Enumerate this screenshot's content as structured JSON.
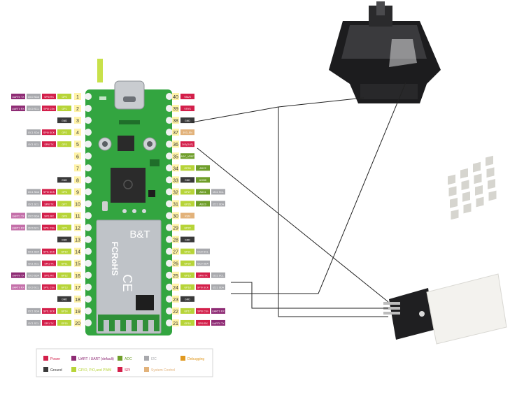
{
  "usb_tag": "",
  "chip_brand": "B&T",
  "module_mark": "FCRoHS",
  "ce_mark": "CE",
  "pins": [
    {
      "n": "1",
      "side": "L",
      "tags": [
        [
          "UART0 TX",
          "#8e2b74"
        ],
        [
          "I2C0 SDA",
          "#a8a9ad"
        ],
        [
          "SPI0 RX",
          "#d31f4a"
        ],
        [
          "GP0",
          "#b7d438"
        ]
      ]
    },
    {
      "n": "2",
      "side": "L",
      "tags": [
        [
          "UART0 RX",
          "#8e2b74"
        ],
        [
          "I2C0 SCL",
          "#a8a9ad"
        ],
        [
          "SPI0 CSn",
          "#d31f4a"
        ],
        [
          "GP1",
          "#b7d438"
        ]
      ]
    },
    {
      "n": "3",
      "side": "L",
      "tags": [
        [
          "GND",
          "#3a3a3a"
        ]
      ]
    },
    {
      "n": "4",
      "side": "L",
      "tags": [
        [
          "I2C1 SDA",
          "#a8a9ad"
        ],
        [
          "SPI0 SCK",
          "#d31f4a"
        ],
        [
          "GP2",
          "#b7d438"
        ]
      ]
    },
    {
      "n": "5",
      "side": "L",
      "tags": [
        [
          "I2C1 SCL",
          "#a8a9ad"
        ],
        [
          "SPI0 TX",
          "#d31f4a"
        ],
        [
          "GP3",
          "#b7d438"
        ]
      ]
    },
    {
      "n": "6",
      "side": "L",
      "tags": []
    },
    {
      "n": "7",
      "side": "L",
      "tags": []
    },
    {
      "n": "8",
      "side": "L",
      "tags": [
        [
          "GND",
          "#3a3a3a"
        ]
      ]
    },
    {
      "n": "9",
      "side": "L",
      "tags": [
        [
          "I2C1 SDA",
          "#a8a9ad"
        ],
        [
          "SPI0 SCK",
          "#d31f4a"
        ],
        [
          "GP6",
          "#b7d438"
        ]
      ]
    },
    {
      "n": "10",
      "side": "L",
      "tags": [
        [
          "I2C1 SCL",
          "#a8a9ad"
        ],
        [
          "SPI0 TX",
          "#d31f4a"
        ],
        [
          "GP7",
          "#b7d438"
        ]
      ]
    },
    {
      "n": "11",
      "side": "L",
      "tags": [
        [
          "UART1 TX",
          "#c46fa9"
        ],
        [
          "I2C0 SDA",
          "#a8a9ad"
        ],
        [
          "SPI1 RX",
          "#d31f4a"
        ],
        [
          "GP8",
          "#b7d438"
        ]
      ]
    },
    {
      "n": "12",
      "side": "L",
      "tags": [
        [
          "UART1 RX",
          "#c46fa9"
        ],
        [
          "I2C0 SCL",
          "#a8a9ad"
        ],
        [
          "SPI1 CSn",
          "#d31f4a"
        ],
        [
          "GP9",
          "#b7d438"
        ]
      ]
    },
    {
      "n": "13",
      "side": "L",
      "tags": [
        [
          "GND",
          "#3a3a3a"
        ]
      ]
    },
    {
      "n": "14",
      "side": "L",
      "tags": [
        [
          "I2C1 SDA",
          "#a8a9ad"
        ],
        [
          "SPI1 SCK",
          "#d31f4a"
        ],
        [
          "GP10",
          "#b7d438"
        ]
      ]
    },
    {
      "n": "15",
      "side": "L",
      "tags": [
        [
          "I2C1 SCL",
          "#a8a9ad"
        ],
        [
          "SPI1 TX",
          "#d31f4a"
        ],
        [
          "GP11",
          "#b7d438"
        ]
      ]
    },
    {
      "n": "16",
      "side": "L",
      "tags": [
        [
          "UART0 TX",
          "#8e2b74"
        ],
        [
          "I2C0 SDA",
          "#a8a9ad"
        ],
        [
          "SPI1 RX",
          "#d31f4a"
        ],
        [
          "GP12",
          "#b7d438"
        ]
      ]
    },
    {
      "n": "17",
      "side": "L",
      "tags": [
        [
          "UART0 RX",
          "#c46fa9"
        ],
        [
          "I2C0 SCL",
          "#a8a9ad"
        ],
        [
          "SPI1 CSn",
          "#d31f4a"
        ],
        [
          "GP13",
          "#b7d438"
        ]
      ]
    },
    {
      "n": "18",
      "side": "L",
      "tags": [
        [
          "GND",
          "#3a3a3a"
        ]
      ]
    },
    {
      "n": "19",
      "side": "L",
      "tags": [
        [
          "I2C1 SDA",
          "#a8a9ad"
        ],
        [
          "SPI1 SCK",
          "#d31f4a"
        ],
        [
          "GP14",
          "#b7d438"
        ]
      ]
    },
    {
      "n": "20",
      "side": "L",
      "tags": [
        [
          "I2C1 SCL",
          "#a8a9ad"
        ],
        [
          "SPI1 TX",
          "#d31f4a"
        ],
        [
          "GP15",
          "#b7d438"
        ]
      ]
    },
    {
      "n": "40",
      "side": "R",
      "tags": [
        [
          "VBUS",
          "#d31f4a"
        ]
      ]
    },
    {
      "n": "39",
      "side": "R",
      "tags": [
        [
          "VSYS",
          "#d31f4a"
        ]
      ]
    },
    {
      "n": "38",
      "side": "R",
      "tags": [
        [
          "GND",
          "#3a3a3a"
        ]
      ]
    },
    {
      "n": "37",
      "side": "R",
      "tags": [
        [
          "3V3_EN",
          "#e2b27a"
        ]
      ]
    },
    {
      "n": "36",
      "side": "R",
      "tags": [
        [
          "3V3(OUT)",
          "#d31f4a"
        ]
      ]
    },
    {
      "n": "35",
      "side": "R",
      "tags": [
        [
          "ADC_VREF",
          "#6f9e2a"
        ]
      ]
    },
    {
      "n": "34",
      "side": "R",
      "tags": [
        [
          "GP28",
          "#b7d438"
        ],
        [
          "ADC2",
          "#6f9e2a"
        ]
      ]
    },
    {
      "n": "33",
      "side": "R",
      "tags": [
        [
          "GND",
          "#3a3a3a"
        ],
        [
          "AGND",
          "#6f9e2a"
        ]
      ]
    },
    {
      "n": "32",
      "side": "R",
      "tags": [
        [
          "GP27",
          "#b7d438"
        ],
        [
          "ADC1",
          "#6f9e2a"
        ],
        [
          "I2C1 SCL",
          "#a8a9ad"
        ]
      ]
    },
    {
      "n": "31",
      "side": "R",
      "tags": [
        [
          "GP26",
          "#b7d438"
        ],
        [
          "ADC0",
          "#6f9e2a"
        ],
        [
          "I2C1 SDA",
          "#a8a9ad"
        ]
      ]
    },
    {
      "n": "30",
      "side": "R",
      "tags": [
        [
          "RUN",
          "#e2b27a"
        ]
      ]
    },
    {
      "n": "29",
      "side": "R",
      "tags": [
        [
          "GP22",
          "#b7d438"
        ]
      ]
    },
    {
      "n": "28",
      "side": "R",
      "tags": [
        [
          "GND",
          "#3a3a3a"
        ]
      ]
    },
    {
      "n": "27",
      "side": "R",
      "tags": [
        [
          "GP21",
          "#b7d438"
        ],
        [
          "I2C0 SCL",
          "#a8a9ad"
        ]
      ]
    },
    {
      "n": "26",
      "side": "R",
      "tags": [
        [
          "GP20",
          "#b7d438"
        ],
        [
          "I2C0 SDA",
          "#a8a9ad"
        ]
      ]
    },
    {
      "n": "25",
      "side": "R",
      "tags": [
        [
          "GP19",
          "#b7d438"
        ],
        [
          "SPI0 TX",
          "#d31f4a"
        ],
        [
          "I2C1 SCL",
          "#a8a9ad"
        ]
      ]
    },
    {
      "n": "24",
      "side": "R",
      "tags": [
        [
          "GP18",
          "#b7d438"
        ],
        [
          "SPI0 SCK",
          "#d31f4a"
        ],
        [
          "I2C1 SDA",
          "#a8a9ad"
        ]
      ]
    },
    {
      "n": "23",
      "side": "R",
      "tags": [
        [
          "GND",
          "#3a3a3a"
        ]
      ]
    },
    {
      "n": "22",
      "side": "R",
      "tags": [
        [
          "GP17",
          "#b7d438"
        ],
        [
          "SPI0 CSn",
          "#d31f4a"
        ],
        [
          "UART0 RX",
          "#8e2b74"
        ]
      ]
    },
    {
      "n": "21",
      "side": "R",
      "tags": [
        [
          "GP16",
          "#b7d438"
        ],
        [
          "SPI0 RX",
          "#d31f4a"
        ],
        [
          "UART0 TX",
          "#8e2b74"
        ]
      ]
    }
  ],
  "legend": [
    {
      "label": "Power",
      "color": "#d31f4a"
    },
    {
      "label": "UART / UART (default)",
      "color": "#8e2b74"
    },
    {
      "label": "ADC",
      "color": "#6f9e2a"
    },
    {
      "label": "I2C",
      "color": "#a8a9ad"
    },
    {
      "label": "Debugging",
      "color": "#e0981f"
    },
    {
      "label": "Ground",
      "color": "#3a3a3a"
    },
    {
      "label": "GPIO, PIO,and PWM",
      "color": "#b7d438"
    },
    {
      "label": "SPI",
      "color": "#d31f4a"
    },
    {
      "label": "System Control",
      "color": "#e2b27a"
    }
  ]
}
